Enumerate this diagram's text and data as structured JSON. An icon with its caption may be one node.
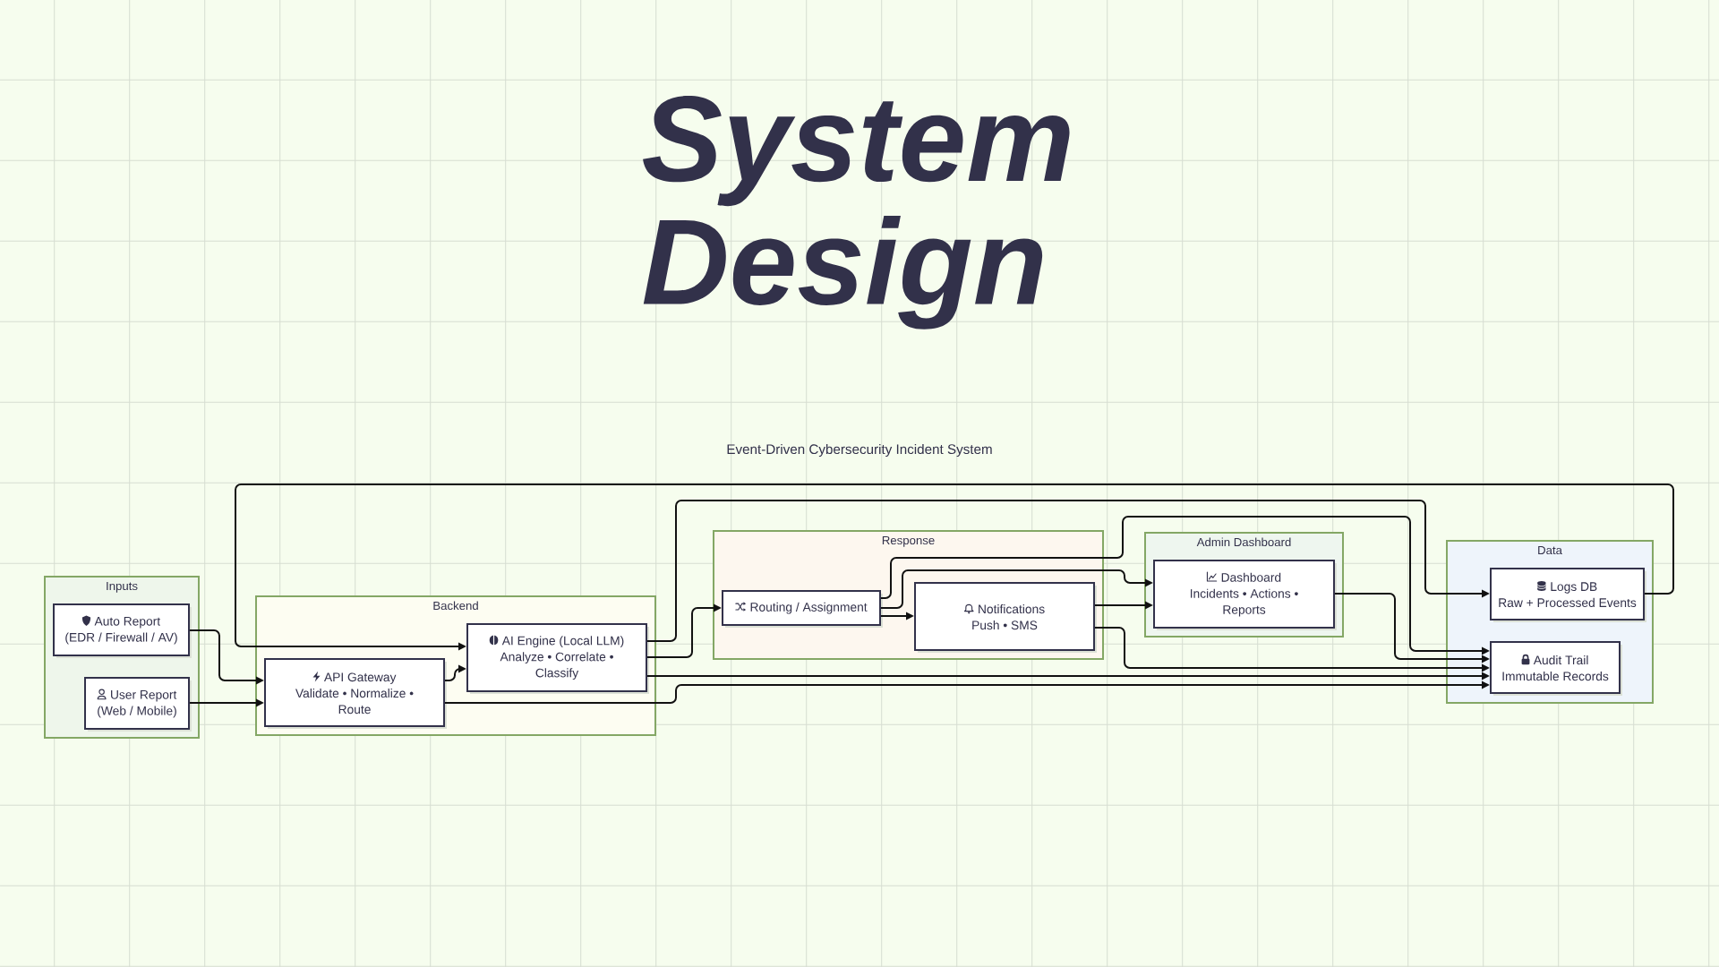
{
  "diagram": {
    "title": "System Design",
    "nodes": [
      {
        "text": [
          "Inputs"
        ]
      },
      {
        "text": [
          "Auto Report",
          "(EDR / Firewall / AV)"
        ],
        "in": 0
      },
      {
        "text": [
          "User Report",
          "(Web / Mobile)"
        ],
        "in": 0
      },
      {
        "text": [
          "Backend"
        ]
      },
      {
        "text": [
          "API Gateway",
          "Validate • Normalize • Route"
        ],
        "in": 3
      },
      {
        "text": [
          "AI Engine (Local LLM)",
          "Analyze • Correlate • Classify"
        ],
        "in": 3
      },
      {
        "text": [
          "Response"
        ]
      },
      {
        "text": [
          "Routing / Assignment"
        ],
        "in": 6
      },
      {
        "text": [
          "Notifications",
          "Push • SMS"
        ],
        "in": 6
      },
      {
        "text": [
          "Admin Dashboard"
        ]
      },
      {
        "text": [
          "Dashboard",
          "Incidents • Actions • Reports"
        ],
        "in": 9
      },
      {
        "text": [
          "Data"
        ]
      },
      {
        "text": [
          "Logs DB",
          "Raw + Processed Events"
        ],
        "in": 11
      },
      {
        "text": [
          "Audit Trail",
          "Immutable Records"
        ],
        "in": 11
      }
    ],
    "edges": [
      {
        "from": 1,
        "to": 4,
        "arrow": "to"
      },
      {
        "from": 2,
        "to": 4,
        "arrow": "to"
      },
      {
        "from": 4,
        "to": 5,
        "arrow": "to"
      },
      {
        "from": 5,
        "to": 12,
        "arrow": "to"
      },
      {
        "from": 5,
        "to": 7,
        "arrow": "to"
      },
      {
        "from": 5,
        "to": 13,
        "arrow": "to"
      },
      {
        "from": 4,
        "to": 13,
        "arrow": "to"
      },
      {
        "from": 7,
        "to": 8,
        "arrow": "to"
      },
      {
        "from": 7,
        "to": 10,
        "arrow": "to"
      },
      {
        "from": 7,
        "to": 13,
        "arrow": "to"
      },
      {
        "from": 8,
        "to": 10,
        "arrow": "to"
      },
      {
        "from": 8,
        "to": 13,
        "arrow": "to"
      },
      {
        "from": 10,
        "to": 13,
        "arrow": "to"
      },
      {
        "from": 12,
        "to": 5,
        "arrow": "to"
      }
    ],
    "labels": [
      "Event-Driven Cybersecurity Incident System"
    ]
  }
}
